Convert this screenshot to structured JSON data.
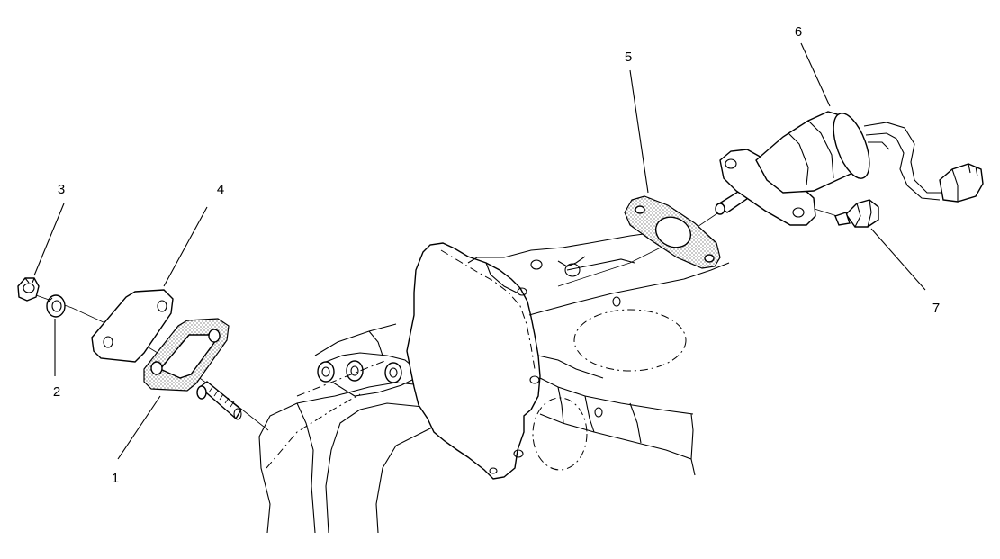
{
  "figure": {
    "callouts": [
      {
        "id": "callout-1",
        "label": "1"
      },
      {
        "id": "callout-2",
        "label": "2"
      },
      {
        "id": "callout-3",
        "label": "3"
      },
      {
        "id": "callout-4",
        "label": "4"
      },
      {
        "id": "callout-5",
        "label": "5"
      },
      {
        "id": "callout-6",
        "label": "6"
      },
      {
        "id": "callout-7",
        "label": "7"
      }
    ]
  }
}
